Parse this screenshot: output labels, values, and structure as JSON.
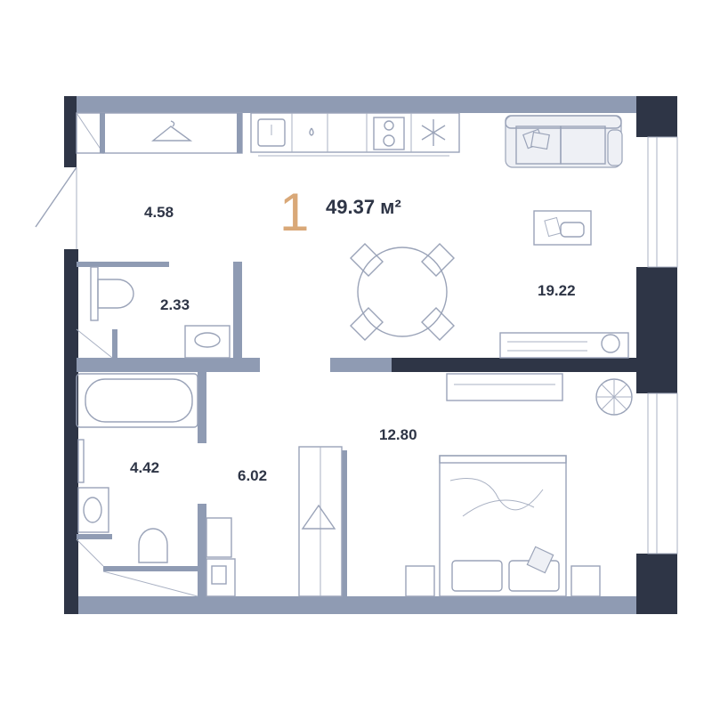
{
  "apartment": {
    "rooms_count": "1",
    "total_area": "49.37 м²"
  },
  "room_areas": {
    "hallway": "4.58",
    "wc": "2.33",
    "bathroom": "4.42",
    "corridor": "6.02",
    "kitchen_living": "19.22",
    "bedroom": "12.80"
  },
  "colors": {
    "wall": "#8f9bb3",
    "wall_dark": "#2e3546",
    "accent": "#d9a878",
    "text": "#2e3546"
  }
}
